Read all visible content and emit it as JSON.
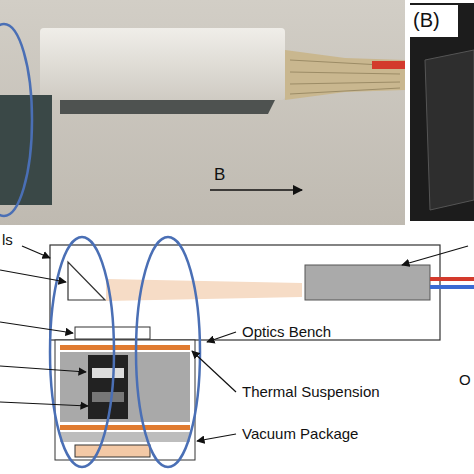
{
  "diagram": {
    "labels": [
      "(B)",
      "B",
      "ls",
      "Optics Bench",
      "O",
      "Thermal Suspension",
      "Vacuum Package"
    ]
  }
}
